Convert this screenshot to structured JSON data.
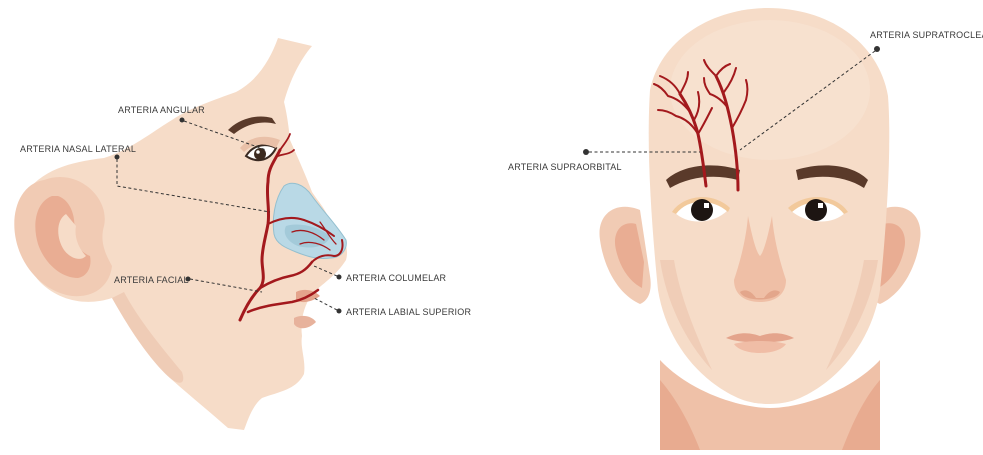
{
  "labels": {
    "angular": "ARTERIA ANGULAR",
    "nasal_lateral": "ARTERIA NASAL LATERAL",
    "facial": "ARTERIA FACIAL",
    "columelar": "ARTERIA COLUMELAR",
    "labial_superior": "ARTERIA LABIAL SUPERIOR",
    "supratroclear": "ARTERIA SUPRATROCLEAR",
    "supraorbital": "ARTERIA SUPRAORBITAL"
  },
  "colors": {
    "skin": "#f6dcc8",
    "skin_shadow": "#eab79f",
    "ear_inner": "#e9ad93",
    "artery": "#a3191d",
    "brow": "#5a3a2a",
    "nasal_cartilage": "#b9d9e6",
    "lips": "#e4a48c"
  }
}
